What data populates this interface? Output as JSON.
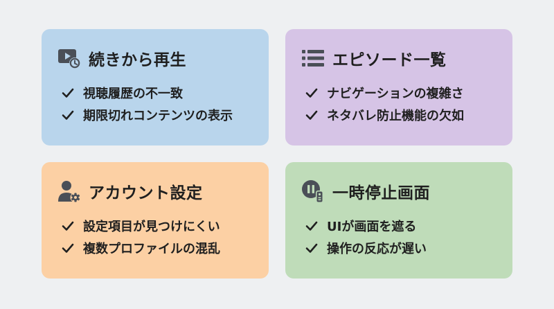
{
  "cards": [
    {
      "title": "続きから再生",
      "icon": "play-history-icon",
      "color": "#b9d5ec",
      "issues": [
        "視聴履歴の不一致",
        "期限切れコンテンツの表示"
      ]
    },
    {
      "title": "エピソード一覧",
      "icon": "list-icon",
      "color": "#d6c4e6",
      "issues": [
        "ナビゲーションの複雑さ",
        "ネタバレ防止機能の欠如"
      ]
    },
    {
      "title": "アカウント設定",
      "icon": "user-settings-icon",
      "color": "#fcd0a4",
      "issues": [
        "設定項目が見つけにくい",
        "複数プロファイルの混乱"
      ]
    },
    {
      "title": "一時停止画面",
      "icon": "pause-remote-icon",
      "color": "#bfdcb9",
      "issues": [
        "UIが画面を遮る",
        "操作の反応が遅い"
      ]
    }
  ],
  "colors": {
    "background": "#eef0f2",
    "icon": "#4a4f57",
    "text": "#1f1f1f"
  }
}
